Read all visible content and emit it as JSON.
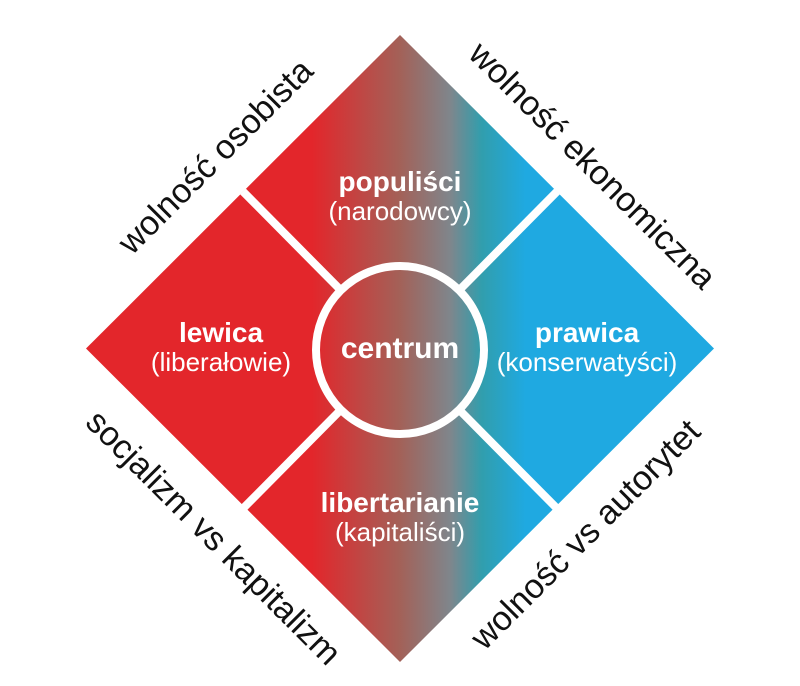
{
  "diagram": {
    "type": "political-compass-nolan-chart",
    "center_label": "centrum",
    "quadrants": {
      "top": {
        "title": "populiści",
        "subtitle": "(narodowcy)"
      },
      "left": {
        "title": "lewica",
        "subtitle": "(liberałowie)"
      },
      "right": {
        "title": "prawica",
        "subtitle": "(konserwatyści)"
      },
      "bottom": {
        "title": "libertarianie",
        "subtitle": "(kapitaliści)"
      }
    },
    "axis_labels": {
      "top_left": "wolność osobista",
      "top_right": "wolność ekonomiczna",
      "bottom_left": "socjalizm vs kapitalizm",
      "bottom_right": "wolność vs autorytet"
    },
    "colors": {
      "left_red": "#E3262B",
      "mid_brown": "#A36158",
      "mid_gray": "#7F868C",
      "mid_teal": "#319EAD",
      "right_blue": "#1FA9E1",
      "divider_white": "#FFFFFF",
      "quadrant_text": "#FFFFFF",
      "axis_text": "#111111",
      "background": "#FFFFFF"
    }
  }
}
